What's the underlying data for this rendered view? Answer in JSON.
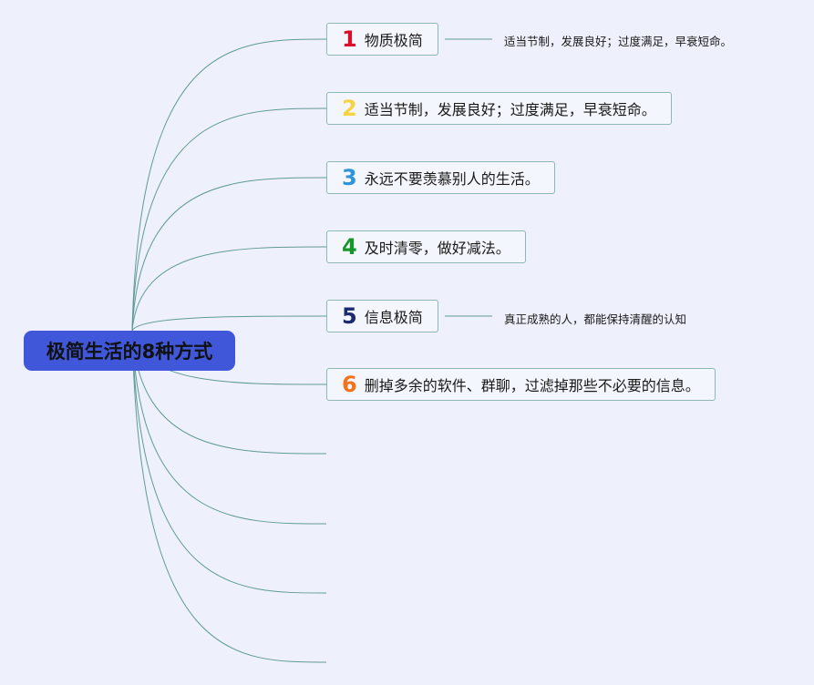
{
  "root": {
    "label": "极简生活的8种方式"
  },
  "topics": [
    {
      "number": "1",
      "label": "物质极简",
      "color": "#d8102a"
    },
    {
      "number": "2",
      "label": "适当节制，发展良好；过度满足，早衰短命。",
      "color": "#f5d342"
    },
    {
      "number": "3",
      "label": "永远不要羡慕别人的生活。",
      "color": "#2d94dc"
    },
    {
      "number": "4",
      "label": "及时清零，做好减法。",
      "color": "#17962b"
    },
    {
      "number": "5",
      "label": "信息极简",
      "color": "#1a2a73"
    },
    {
      "number": "6",
      "label": "删掉多余的软件、群聊，过滤掉那些不必要的信息。",
      "color": "#f2731c"
    }
  ],
  "notes": [
    {
      "text": "适当节制，发展良好；过度满足，早衰短命。"
    },
    {
      "text": "真正成熟的人，都能保持清醒的认知"
    }
  ],
  "colors": {
    "background": "#eef1fc",
    "root_fill": "#3f57d8",
    "connector": "#5f9a96",
    "topic_border": "#8fb7b4"
  }
}
